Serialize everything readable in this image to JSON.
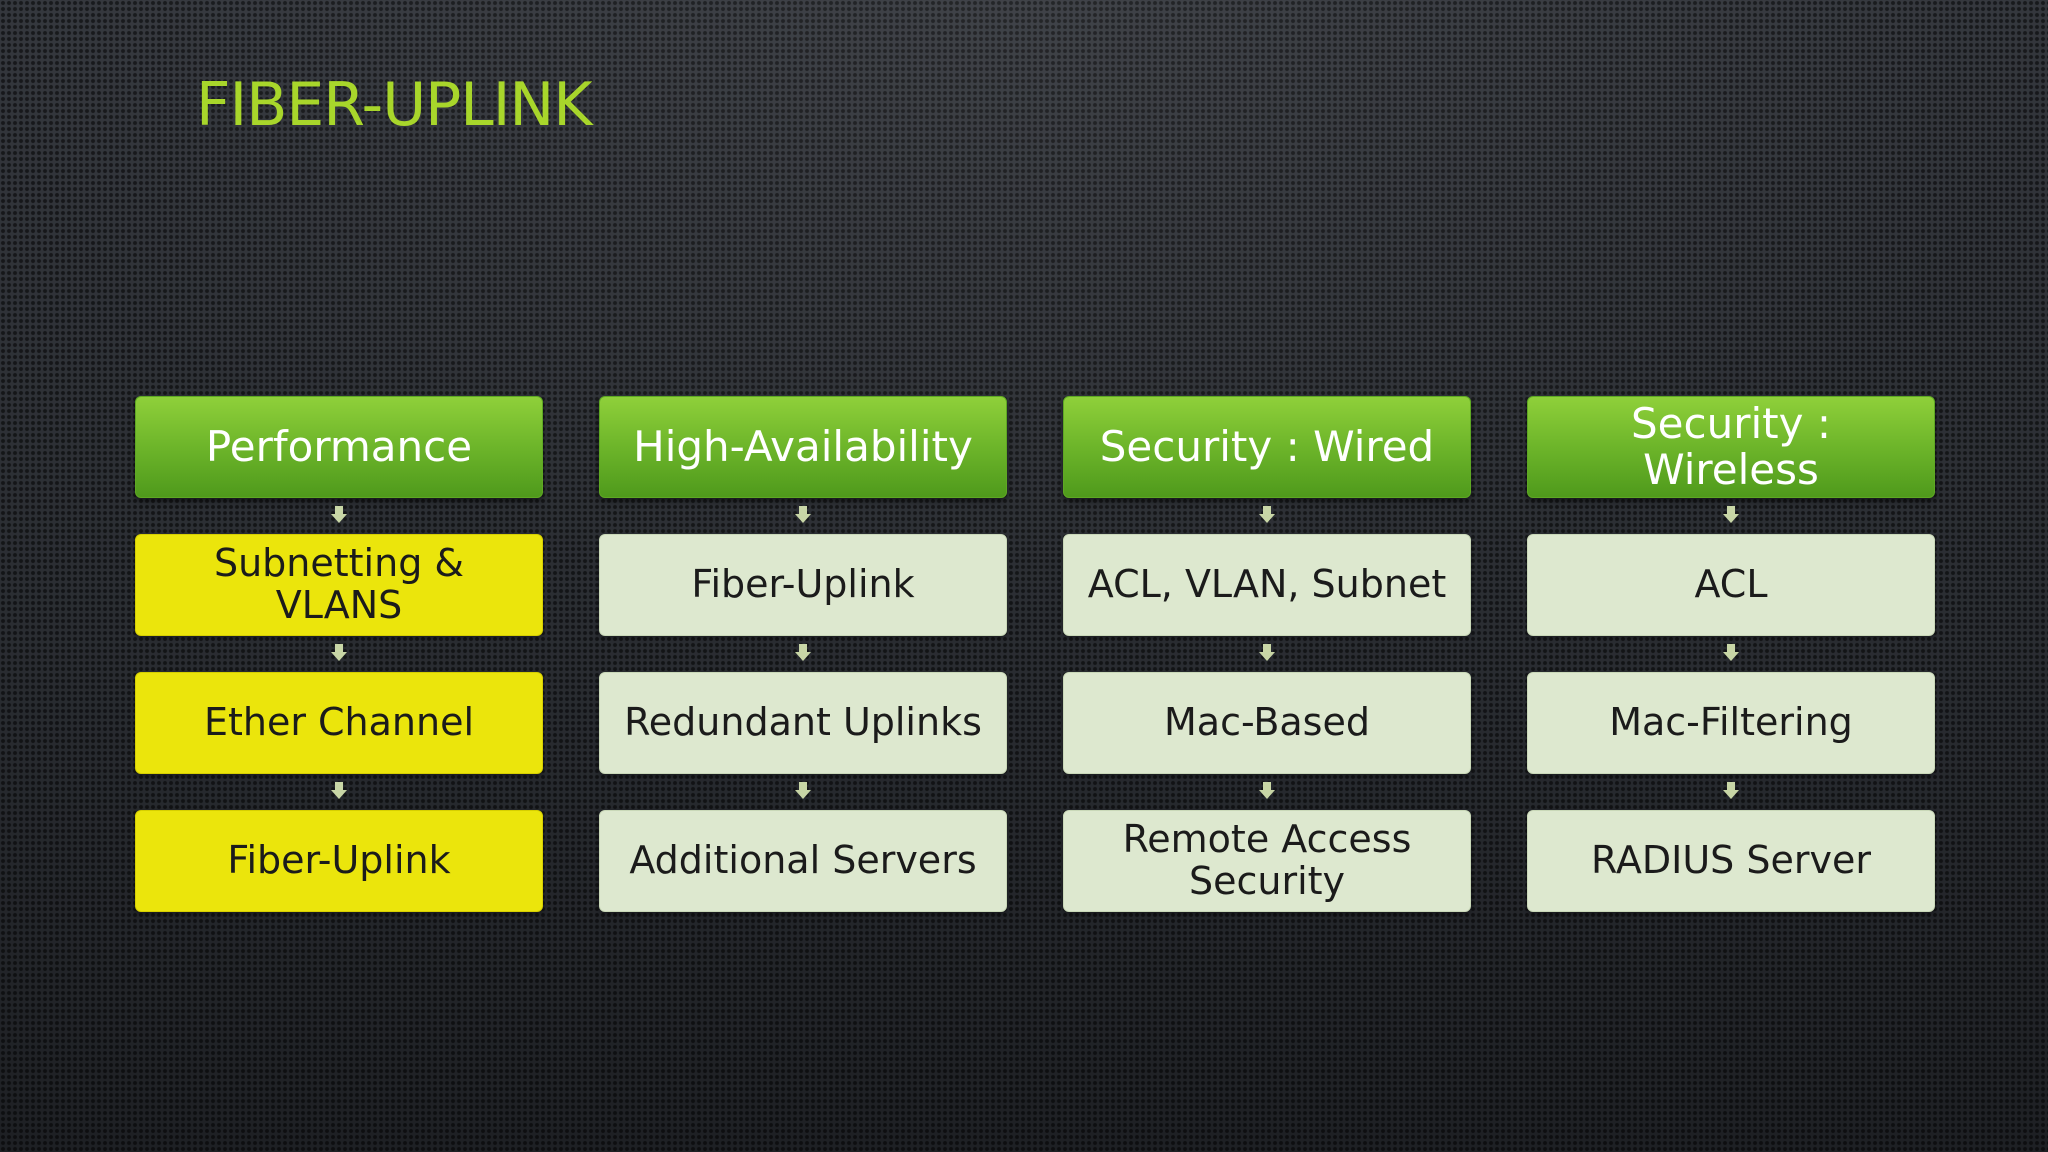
{
  "slide": {
    "title": "Fiber-Uplink"
  },
  "colors": {
    "title": "#a8d62b",
    "header_fill": "#6db52a",
    "step_fill": "#dde8cf",
    "highlight_fill": "#ebe50c",
    "arrow": "#c8d6a6"
  },
  "columns": [
    {
      "header": "Performance",
      "highlighted": true,
      "items": [
        "Subnetting & VLANS",
        "Ether Channel",
        "Fiber-Uplink"
      ]
    },
    {
      "header": "High-Availability",
      "highlighted": false,
      "items": [
        "Fiber-Uplink",
        "Redundant Uplinks",
        "Additional Servers"
      ]
    },
    {
      "header": "Security : Wired",
      "highlighted": false,
      "items": [
        "ACL, VLAN, Subnet",
        "Mac-Based",
        "Remote Access Security"
      ]
    },
    {
      "header": "Security : Wireless",
      "highlighted": false,
      "items": [
        "ACL",
        "Mac-Filtering",
        "RADIUS Server"
      ]
    }
  ]
}
